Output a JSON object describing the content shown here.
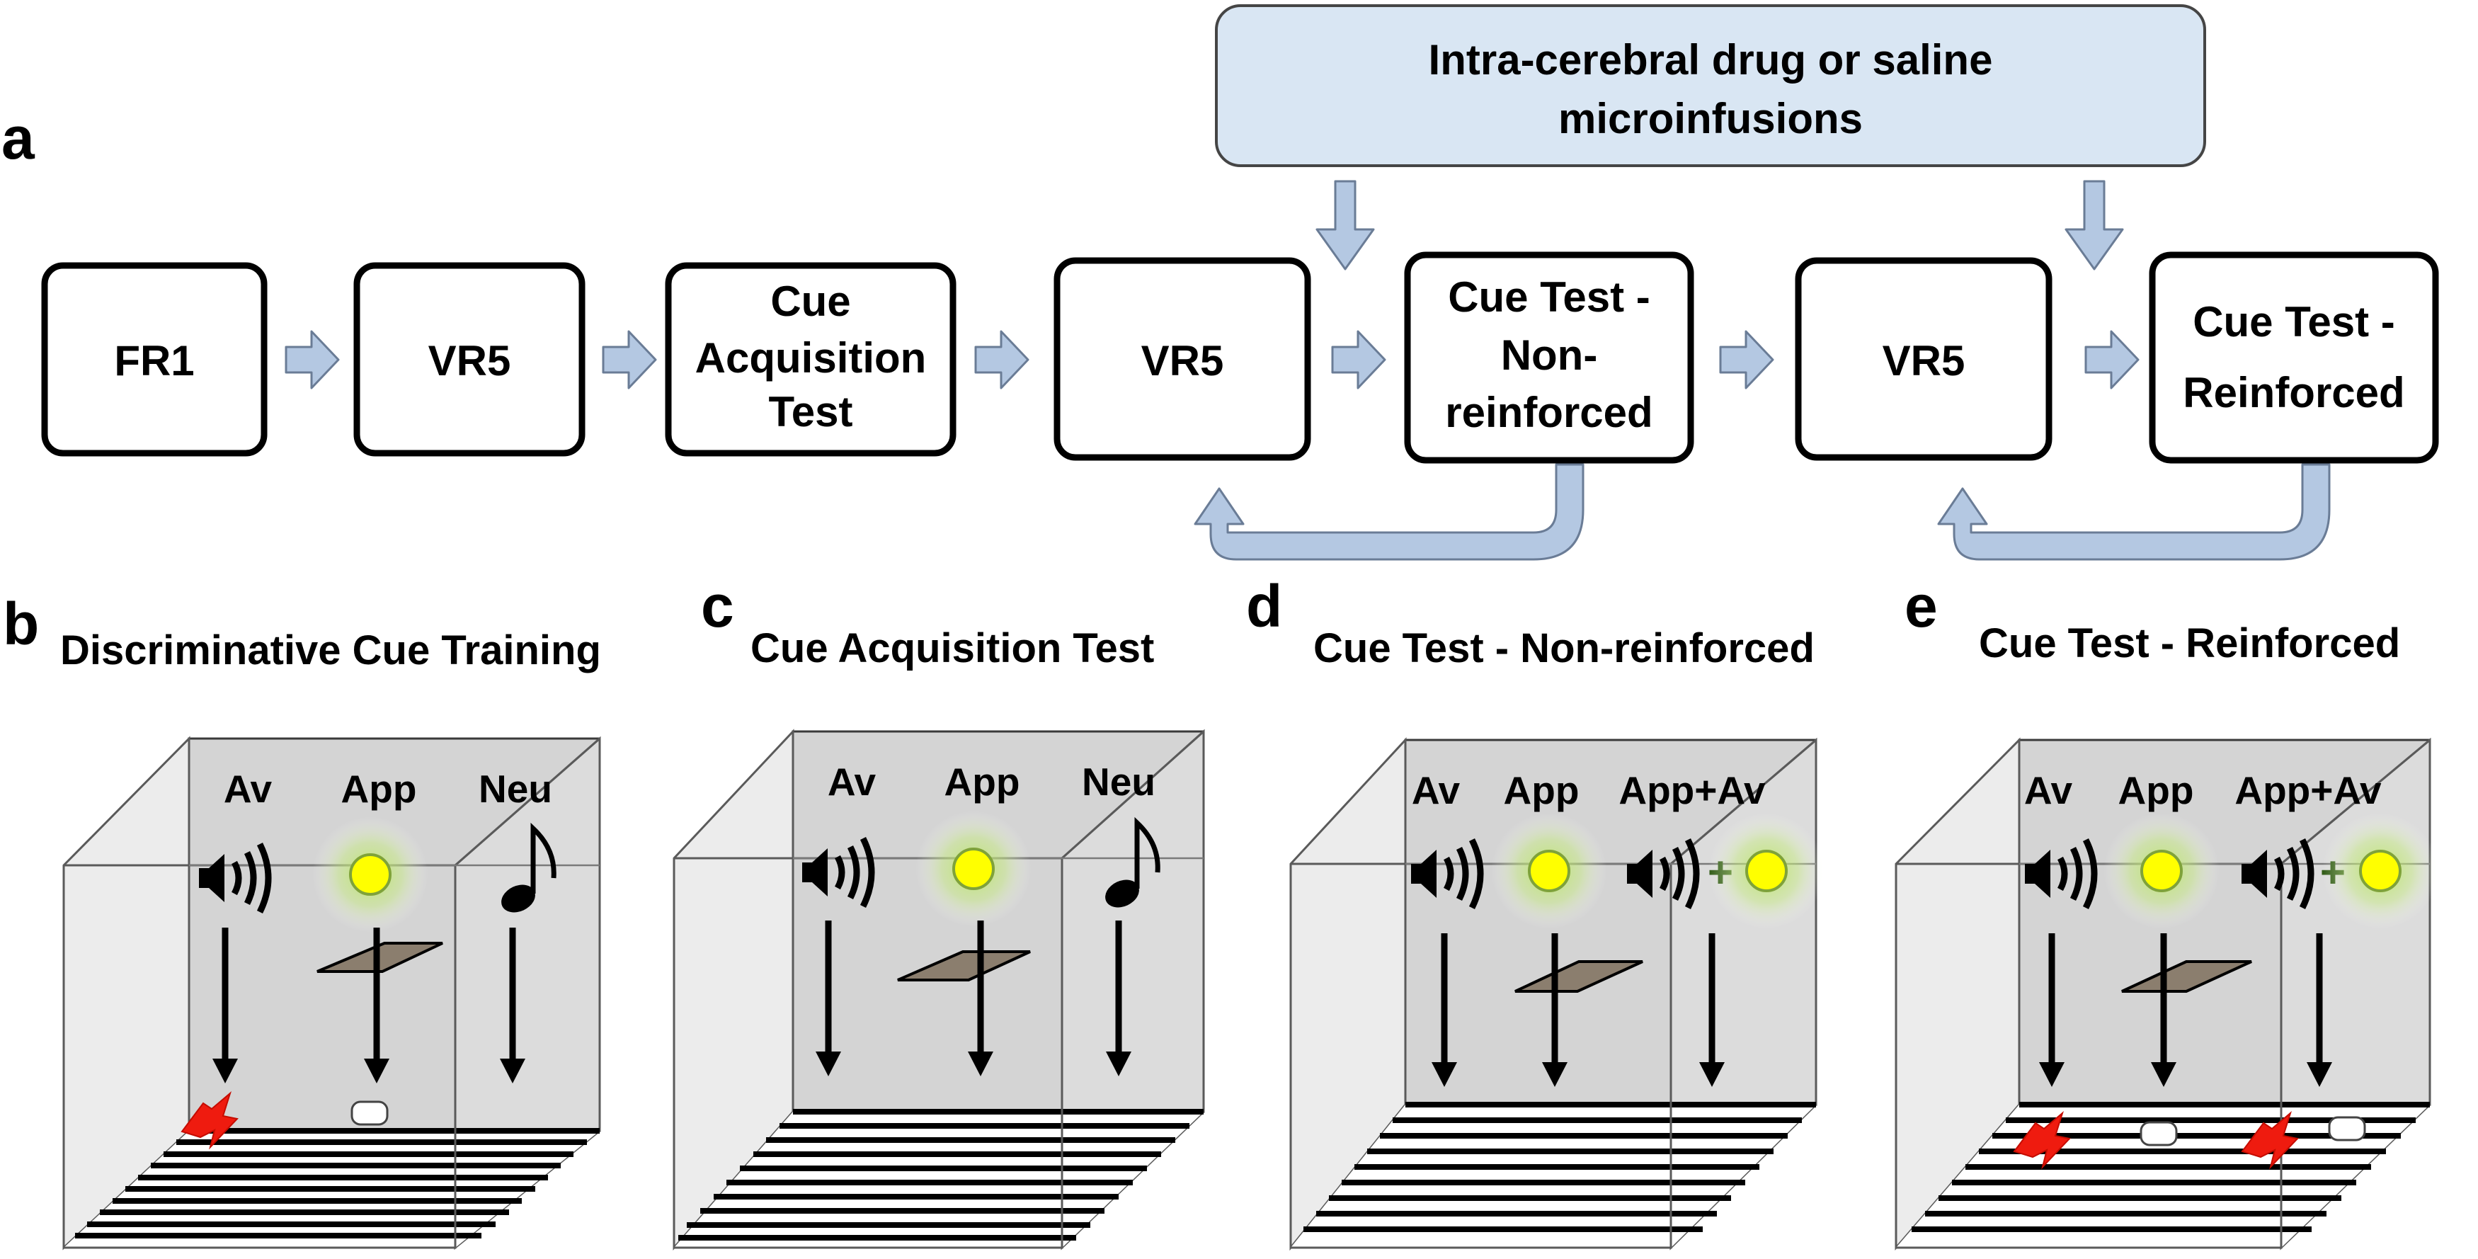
{
  "panel_a": {
    "letter": "a",
    "infusion_line1": "Intra-cerebral drug or saline",
    "infusion_line2": "microinfusions",
    "boxes": [
      {
        "lines": [
          "FR1"
        ]
      },
      {
        "lines": [
          "VR5"
        ]
      },
      {
        "lines": [
          "Cue",
          "Acquisition",
          "Test"
        ]
      },
      {
        "lines": [
          "VR5"
        ]
      },
      {
        "lines": [
          "Cue Test -",
          "Non-",
          "reinforced"
        ]
      },
      {
        "lines": [
          "VR5"
        ]
      },
      {
        "lines": [
          "Cue Test -",
          "Reinforced"
        ]
      }
    ]
  },
  "panels": [
    {
      "letter": "b",
      "title": "Discriminative Cue Training",
      "cue_labels": [
        "Av",
        "App",
        "Neu"
      ]
    },
    {
      "letter": "c",
      "title": "Cue Acquisition Test",
      "cue_labels": [
        "Av",
        "App",
        "Neu"
      ]
    },
    {
      "letter": "d",
      "title": "Cue Test - Non-reinforced",
      "cue_labels": [
        "Av",
        "App",
        "App+Av"
      ]
    },
    {
      "letter": "e",
      "title": "Cue Test - Reinforced",
      "cue_labels": [
        "Av",
        "App",
        "App+Av"
      ]
    }
  ],
  "colors": {
    "box_fill": "#ffffff",
    "infusion_fill": "#d9e6f3",
    "arrow_fill": "#b4c8e2",
    "light_cue": "#ffff00",
    "glow": "#b6e35a",
    "shock": "#ef1b0f",
    "lever": "#8b7e6e"
  },
  "icons": [
    "speaker-icon",
    "light-icon",
    "music-note-icon",
    "lever-icon",
    "shock-icon",
    "pellet-icon",
    "down-arrow-icon"
  ]
}
